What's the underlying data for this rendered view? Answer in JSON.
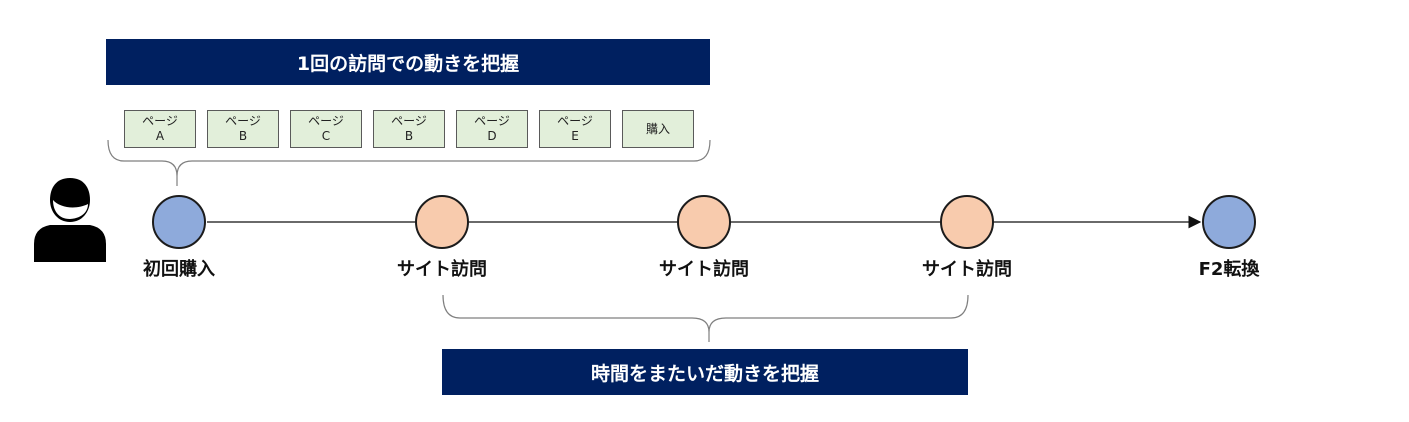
{
  "top_banner": {
    "text": "1回の訪問での動きを把握"
  },
  "bottom_banner": {
    "text": "時間をまたいだ動きを把握"
  },
  "pages": [
    {
      "line1": "ページ",
      "line2": "A"
    },
    {
      "line1": "ページ",
      "line2": "B"
    },
    {
      "line1": "ページ",
      "line2": "C"
    },
    {
      "line1": "ページ",
      "line2": "B"
    },
    {
      "line1": "ページ",
      "line2": "D"
    },
    {
      "line1": "ページ",
      "line2": "E"
    },
    {
      "line1": "購入",
      "line2": ""
    }
  ],
  "timeline": {
    "nodes": [
      {
        "label": "初回購入",
        "color": "#8eaadb"
      },
      {
        "label": "サイト訪問",
        "color": "#f8cbad"
      },
      {
        "label": "サイト訪問",
        "color": "#f8cbad"
      },
      {
        "label": "サイト訪問",
        "color": "#f8cbad"
      },
      {
        "label": "F2転換",
        "color": "#8eaadb"
      }
    ]
  },
  "icons": {
    "user": "person-icon",
    "arrow": "arrow-right-icon"
  }
}
